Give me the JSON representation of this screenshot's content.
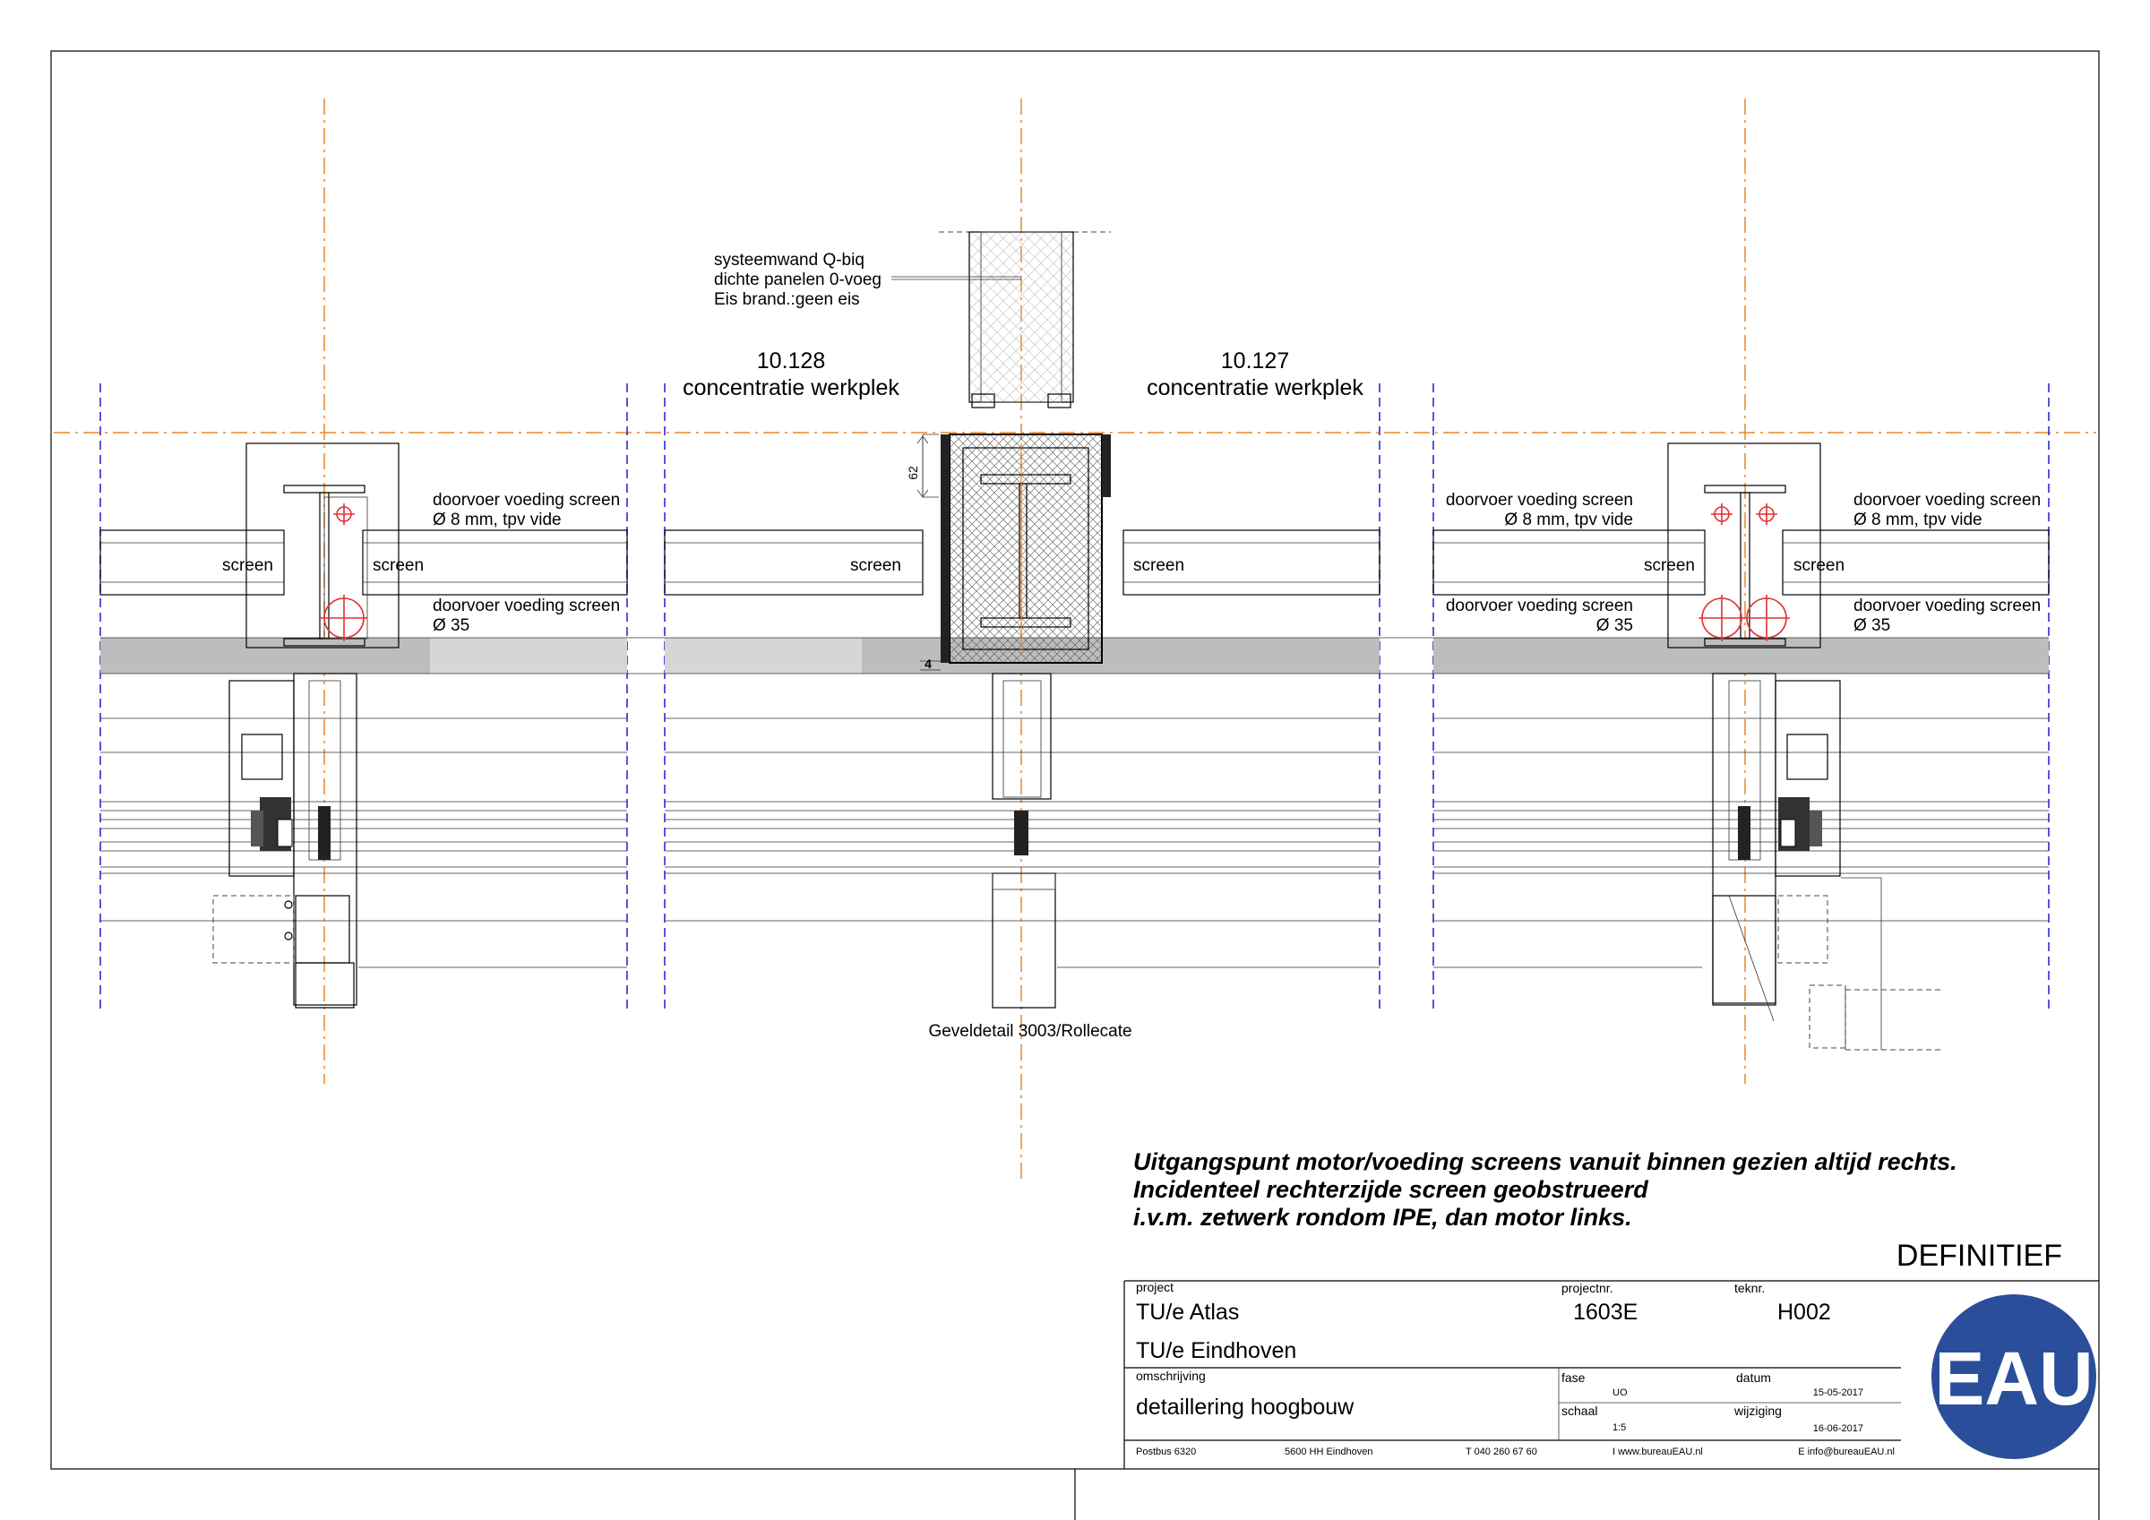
{
  "labels": {
    "wall_line1": "systeemwand Q-biq",
    "wall_line2": "dichte panelen 0-voeg",
    "wall_line3": "Eis brand.:geen eis",
    "room_left_number": "10.128",
    "room_left_name": "concentratie werkplek",
    "room_right_number": "10.127",
    "room_right_name": "concentratie werkplek",
    "screen": "screen",
    "feed_small_line1": "doorvoer voeding screen",
    "feed_small_line2": "Ø 8 mm, tpv vide",
    "feed_big_line1": "doorvoer voeding screen",
    "feed_big_line2": "Ø 35",
    "dim_62": "62",
    "dim_4": "4",
    "detail_ref": "Geveldetail 3003/Rollecate"
  },
  "note": {
    "line1": "Uitgangspunt motor/voeding screens vanuit binnen gezien altijd rechts.",
    "line2": "Incidenteel rechterzijde screen geobstrueerd",
    "line3": "i.v.m. zetwerk rondom IPE, dan motor links."
  },
  "titleblock": {
    "status": "DEFINITIEF",
    "project_label": "project",
    "project_value1": "TU/e Atlas",
    "project_value2": "TU/e Eindhoven",
    "projectnr_label": "projectnr.",
    "projectnr_value": "1603E",
    "teknr_label": "teknr.",
    "teknr_value": "H002",
    "omschrijving_label": "omschrijving",
    "omschrijving_value": "detaillering hoogbouw",
    "fase_label": "fase",
    "fase_value": "UO",
    "datum_label": "datum",
    "datum_value": "15-05-2017",
    "schaal_label": "schaal",
    "schaal_value": "1:5",
    "wijziging_label": "wijziging",
    "wijziging_value": "16-06-2017",
    "footer_postbus": "Postbus 6320",
    "footer_city": "5600 HH Eindhoven",
    "footer_phone": "T 040 260 67 60",
    "footer_web": "I www.bureauEAU.nl",
    "footer_email": "E info@bureauEAU.nl",
    "logo_text": "EAU"
  },
  "colors": {
    "axis_orange": "#e8862a",
    "axis_blue": "#2b2bd6",
    "logo_blue": "#2a4e9a",
    "feed_red": "#e23030"
  }
}
